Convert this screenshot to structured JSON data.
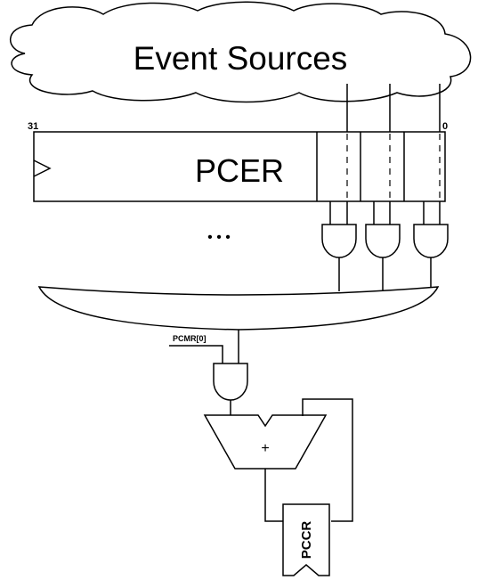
{
  "event_sources": {
    "label": "Event Sources"
  },
  "pcer": {
    "label": "PCER",
    "msb_label": "31",
    "lsb_label": "0"
  },
  "ellipsis": "• • •",
  "pcmr": {
    "label": "PCMR[0]"
  },
  "adder": {
    "symbol": "+"
  },
  "pccr": {
    "label": "PCCR"
  }
}
